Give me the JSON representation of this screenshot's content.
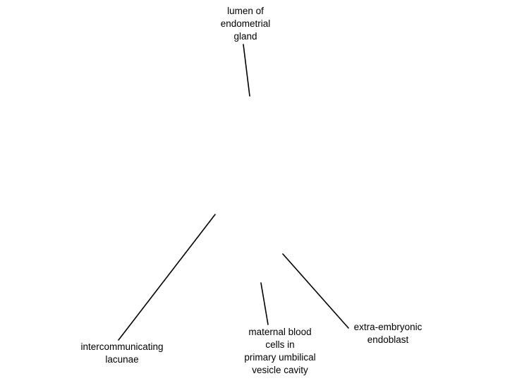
{
  "labels": {
    "lumen_of_endometrial_gland": [
      "lumen of",
      "endometrial",
      "gland"
    ],
    "intercommunicating_lacunae": [
      "intercommunicating",
      "lacunae"
    ],
    "maternal_blood_cells": [
      "maternal blood",
      "cells in",
      "primary umbilical",
      "vesicle cavity"
    ],
    "extra_embryonic_endoblast": [
      "extra-embryonic",
      "endoblast"
    ]
  }
}
